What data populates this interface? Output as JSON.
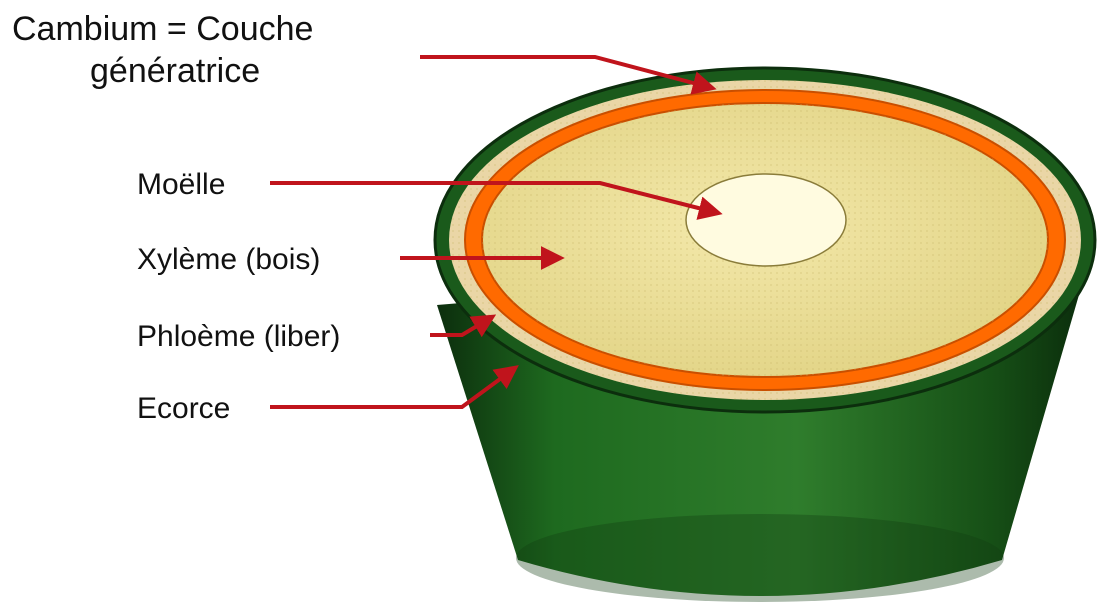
{
  "diagram": {
    "title_line1": "Cambium = Couche",
    "title_line2": "génératrice",
    "labels": {
      "moelle": "Moëlle",
      "xyleme": "Xylème (bois)",
      "phloeme": "Phloème (liber)",
      "ecorce": "Ecorce"
    }
  },
  "colors": {
    "bark_dark": "#0f3d12",
    "bark_mid": "#1f6a1f",
    "bark_light": "#3f8a3a",
    "phloem": "#ead6a6",
    "cambium": "#ff6a00",
    "cambium_edge": "#c94f00",
    "xylem": "#eee29a",
    "pith": "#fffbe0",
    "arrow": "#c0141c"
  }
}
